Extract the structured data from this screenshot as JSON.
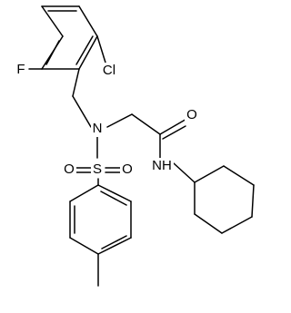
{
  "labels": {
    "cl": "Cl",
    "f": "F",
    "n_amine": "N",
    "o_carbonyl": "O",
    "nh": "NH",
    "s": "S",
    "o_sulfonyl_left": "O",
    "o_sulfonyl_right": "O"
  }
}
